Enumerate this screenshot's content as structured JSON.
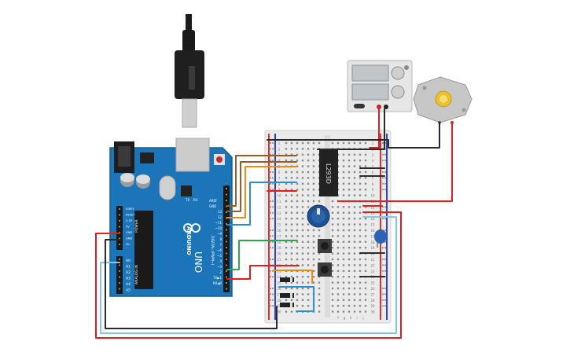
{
  "arduino": {
    "model": "ARDUINO",
    "uno": "UNO",
    "aref": "AREF",
    "gnd": "GND",
    "pins_digital": [
      "13",
      "12",
      "~11",
      "~10",
      "~9",
      "8",
      "7",
      "~6",
      "~5",
      "4",
      "~3",
      "2",
      "TX▶1",
      "RX◀0"
    ],
    "digital_label": "DIGITAL (PWM~)",
    "power_pins": [
      "IOREF",
      "RESET",
      "3.3V",
      "5V",
      "GND",
      "GND",
      "Vin"
    ],
    "power_label": "POWER",
    "analog_pins": [
      "A0",
      "A1",
      "A2",
      "A3",
      "A4",
      "A5"
    ],
    "analog_label": "ANALOG IN",
    "tx": "TX",
    "rx": "RX",
    "l": "L",
    "on": "ON"
  },
  "chip": {
    "label": "L293D"
  },
  "breadboard": {
    "rows": [
      "1",
      "2",
      "3",
      "4",
      "5",
      "6",
      "7",
      "8",
      "9",
      "10",
      "11",
      "12",
      "13",
      "14",
      "15",
      "16",
      "17",
      "18",
      "19",
      "20",
      "21",
      "22",
      "23",
      "24",
      "25",
      "26",
      "27",
      "28",
      "29",
      "30"
    ],
    "cols_right": [
      "f",
      "g",
      "h",
      "i",
      "j"
    ],
    "cols_left": [
      "a",
      "b",
      "c",
      "d",
      "e"
    ]
  },
  "colors": {
    "board_blue": "#1b75b8",
    "wire_red": "#e02020",
    "wire_black": "#2a2a2a",
    "wire_brown": "#9a5b2a",
    "wire_orange": "#ee8a14",
    "wire_blue": "#2a8fd0",
    "wire_lightblue": "#7ec9e6",
    "wire_green": "#2ca84a"
  }
}
